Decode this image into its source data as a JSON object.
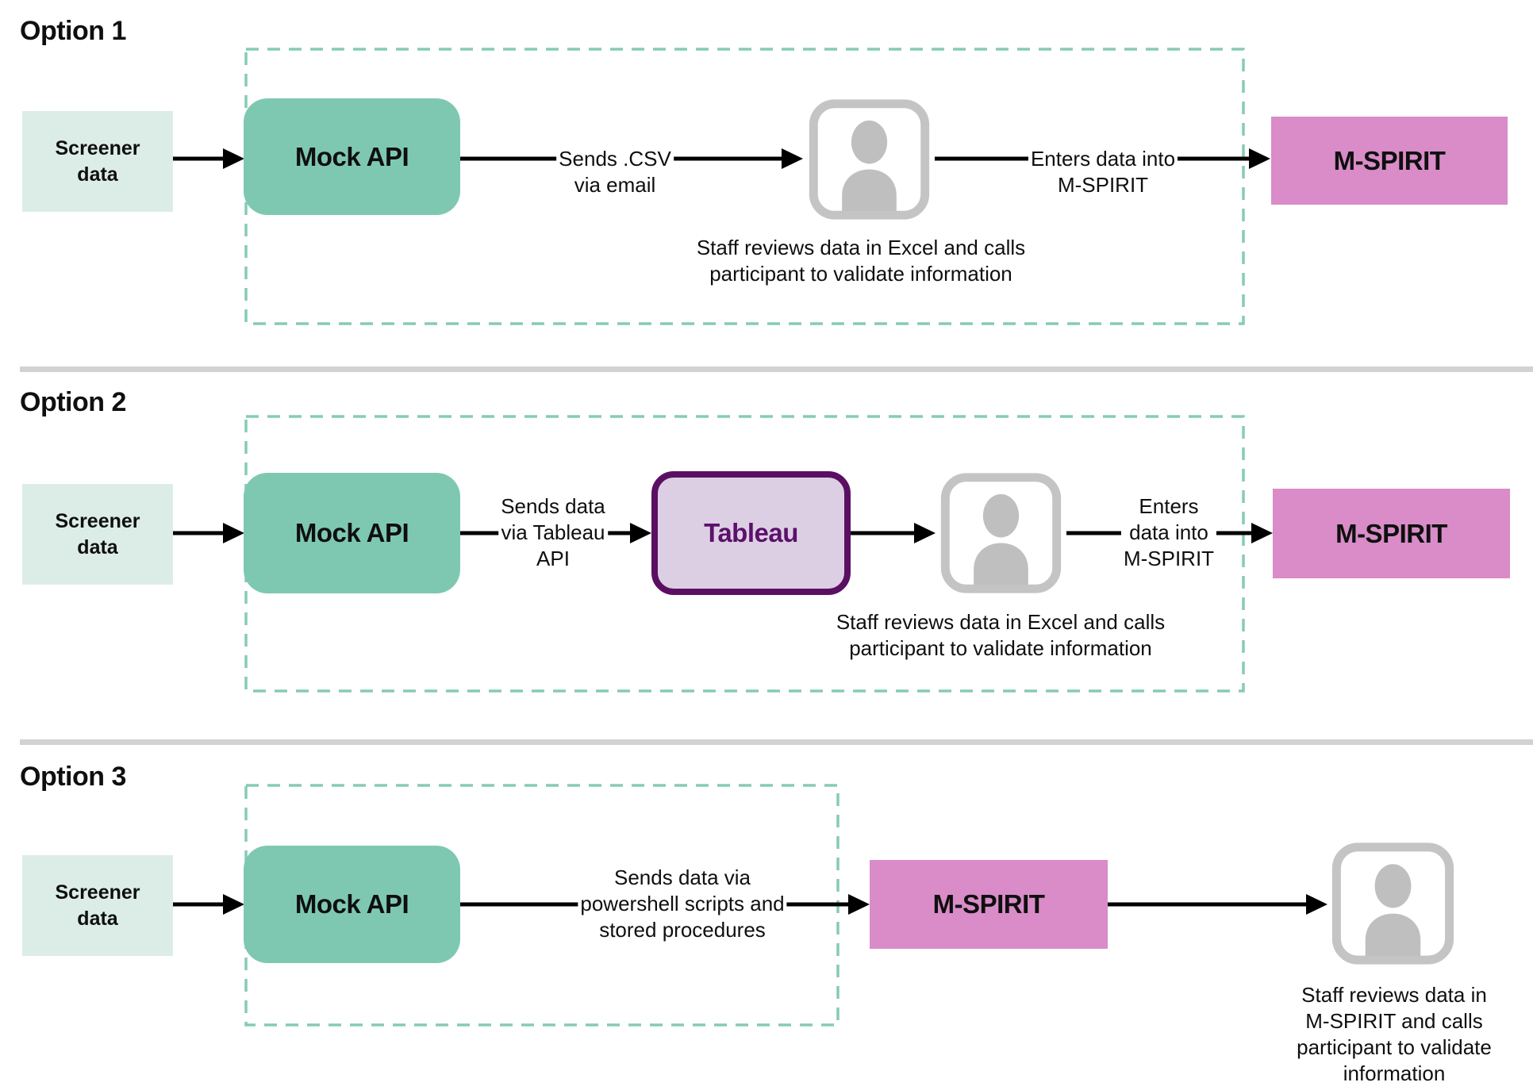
{
  "colors": {
    "teal": "#7EC8B1",
    "mint": "#DCEDE8",
    "dash": "#85CBB6",
    "pink": "#D98CC8",
    "lavender": "#DDCFE3",
    "purple_border": "#5B0F63",
    "purple_text": "#5B116B",
    "icon_gray": "#C4C4C4",
    "divider": "#D2D2D2",
    "arrow": "#000000"
  },
  "icons": {
    "person": "person-icon"
  },
  "options": [
    {
      "title": "Option 1",
      "screener": "Screener\ndata",
      "mock_api": "Mock API",
      "m_spirit": "M-SPIRIT",
      "send_label": "Sends .CSV\nvia email",
      "enter_label": "Enters data into\nM-SPIRIT",
      "caption": "Staff reviews data in Excel and calls\nparticipant to validate information"
    },
    {
      "title": "Option 2",
      "screener": "Screener\ndata",
      "mock_api": "Mock API",
      "tableau": "Tableau",
      "m_spirit": "M-SPIRIT",
      "send_label": "Sends data\nvia Tableau\nAPI",
      "enter_label": "Enters\ndata into\nM-SPIRIT",
      "caption": "Staff reviews data in Excel and calls\nparticipant to validate information"
    },
    {
      "title": "Option 3",
      "screener": "Screener\ndata",
      "mock_api": "Mock API",
      "m_spirit": "M-SPIRIT",
      "send_label": "Sends data via\npowershell scripts and\nstored procedures",
      "caption": "Staff reviews data in\nM-SPIRIT and calls\nparticipant to validate\ninformation"
    }
  ]
}
